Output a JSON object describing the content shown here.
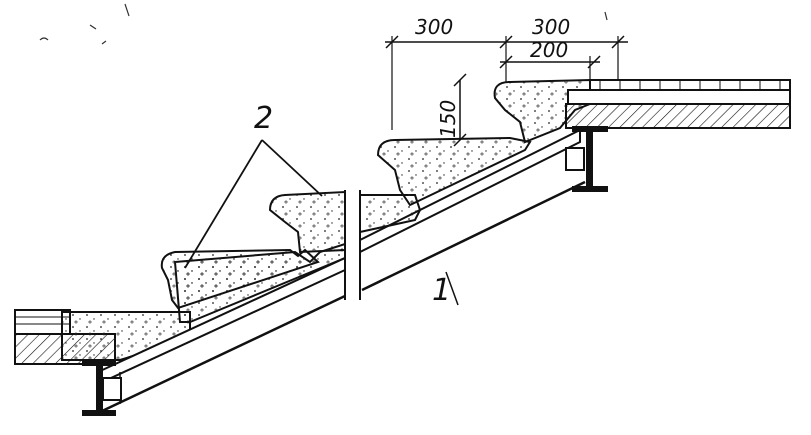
{
  "dimensions": {
    "tread_left": "300",
    "tread_right": "300",
    "tread_depth": "200",
    "riser_height": "150"
  },
  "callouts": {
    "step_label": "2",
    "stringer_label": "1"
  },
  "colors": {
    "ink": "#111111",
    "paper": "#ffffff",
    "concrete_fill": "#ffffff"
  }
}
